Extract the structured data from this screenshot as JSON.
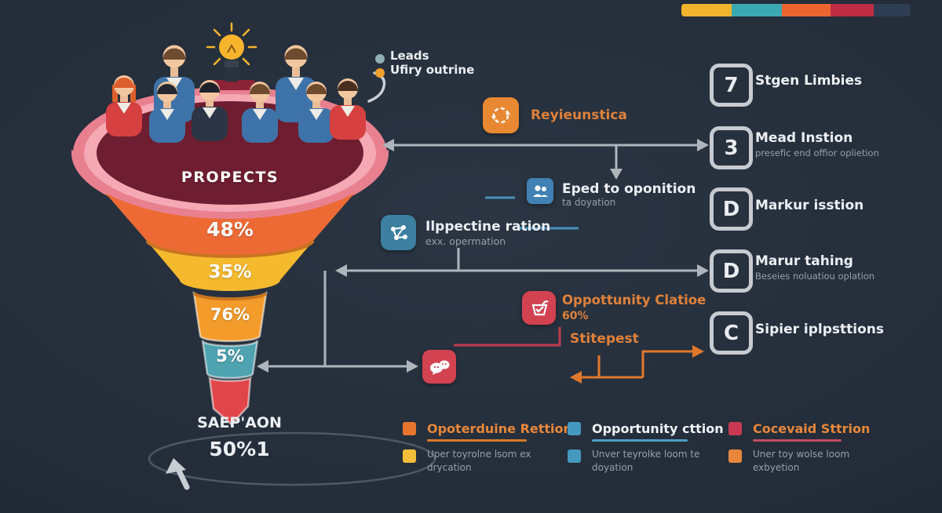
{
  "top_bar": {
    "segments": [
      "#F2B42D",
      "#3BA9B1",
      "#EC6430",
      "#BE2D43",
      "#2E3D51"
    ]
  },
  "legend_top": {
    "items": [
      {
        "label": "Leads",
        "color": "#8FAFB5"
      },
      {
        "label": "Ufiry outrine",
        "color": "#EFA02C"
      }
    ]
  },
  "funnel": {
    "top_label": "PROPECTS",
    "stages": [
      {
        "value": "48%",
        "color": "#ED6A35"
      },
      {
        "value": "35%",
        "color": "#F5B92E"
      },
      {
        "value": "76%",
        "color": "#F39B2B"
      },
      {
        "value": "5%",
        "color": "#4FA3B0"
      }
    ],
    "tip_color": "#E0454A",
    "caption": {
      "title": "SAEP'AON",
      "value": "50%1"
    }
  },
  "flow": {
    "reyieunstica": {
      "label": "Reyieunstica",
      "icon": "sync-icon",
      "icon_color": "#E98832"
    },
    "eped": {
      "label": "Eped to oponition",
      "sub": "ta doyation",
      "icon": "people-icon",
      "icon_color": "#4181B3"
    },
    "ilppectine": {
      "label": "Ilppectine ration",
      "sub": "exx. opermation",
      "icon": "network-icon",
      "icon_color": "#3D7FA0"
    },
    "opportunity": {
      "label": "Oppottunity Clatioe",
      "sub": "60%",
      "icon": "cart-icon",
      "icon_color": "#D24250"
    },
    "stitepest": {
      "label": "Stitepest"
    },
    "chat": {
      "icon": "chat-icon",
      "icon_color": "#D24250"
    }
  },
  "stage_list": [
    {
      "badge": "7",
      "label": "Stgen Limbies",
      "sub": ""
    },
    {
      "badge": "3",
      "label": "Mead Instion",
      "sub": "presefic end offior oplietion"
    },
    {
      "badge": "D",
      "label": "Markur isstion",
      "sub": ""
    },
    {
      "badge": "D",
      "label": "Marur tahing",
      "sub": "Beseies noluatiou oplation"
    },
    {
      "badge": "C",
      "label": "Sipier iplpsttions",
      "sub": ""
    }
  ],
  "bottom_legend": [
    {
      "title": "Opoterduine Rettion",
      "title_color": "#E8873B",
      "underline_color": "#D97B28",
      "swatch_color": "#E8752E",
      "sub": "Uper toyrolne lsom ex drycation",
      "sub_swatch_color": "#F2BE3A"
    },
    {
      "title": "Opportunity cttion",
      "title_color": "#F2F5F8",
      "underline_color": "#4E9FC4",
      "swatch_color": "#4599BE",
      "sub": "Unver teyrolke loom te doyation",
      "sub_swatch_color": "#4599BE"
    },
    {
      "title": "Cocevaid Sttrion",
      "title_color": "#E8873B",
      "underline_color": "#C44B5E",
      "swatch_color": "#C93A52",
      "sub": "Uner toy wolse loom exbyetion",
      "sub_swatch_color": "#E8873B"
    }
  ]
}
